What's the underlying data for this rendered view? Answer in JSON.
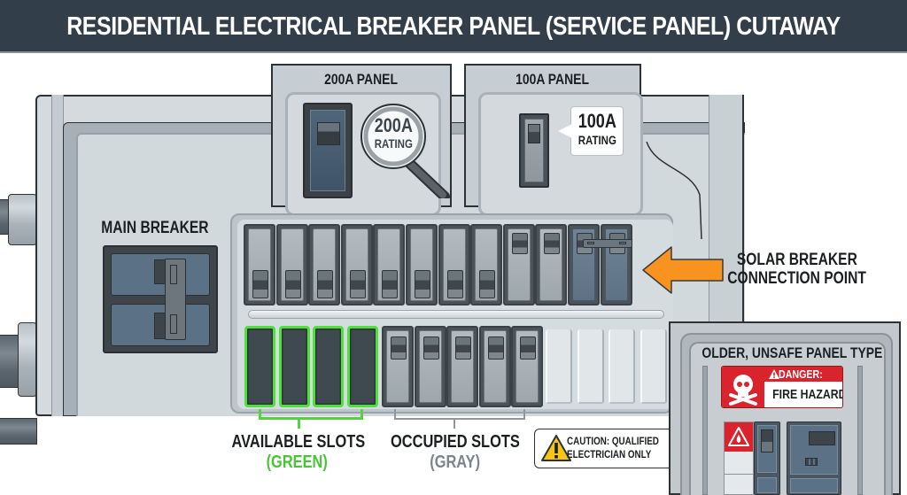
{
  "title": "RESIDENTIAL ELECTRICAL BREAKER PANEL (SERVICE PANEL) CUTAWAY",
  "insets": {
    "panel_200": {
      "label": "200A PANEL",
      "rating_value": "200A",
      "rating_text": "RATING",
      "icon": "magnifying-glass-icon"
    },
    "panel_100": {
      "label": "100A PANEL",
      "rating_value": "100A",
      "rating_text": "RATING"
    }
  },
  "main_breaker": {
    "label": "MAIN BREAKER"
  },
  "breakers": {
    "top_row": [
      {
        "state": "off",
        "color": "gray"
      },
      {
        "state": "off",
        "color": "gray"
      },
      {
        "state": "off",
        "color": "gray"
      },
      {
        "state": "off",
        "color": "gray"
      },
      {
        "state": "off",
        "color": "gray"
      },
      {
        "state": "off",
        "color": "gray"
      },
      {
        "state": "off",
        "color": "gray"
      },
      {
        "state": "off",
        "color": "gray"
      },
      {
        "state": "on",
        "color": "gray"
      },
      {
        "state": "on",
        "color": "gray"
      },
      {
        "state": "on",
        "color": "blue",
        "tied": true
      },
      {
        "state": "on",
        "color": "blue",
        "tied": true
      }
    ],
    "bottom_row": {
      "available_count": 4,
      "occupied_count": 5,
      "empty_count": 4
    }
  },
  "solar": {
    "label_line1": "SOLAR BREAKER",
    "label_line2": "CONNECTION POINT",
    "arrow_color": "#f7931e"
  },
  "legend": {
    "available": {
      "label": "AVAILABLE SLOTS",
      "sub": "(GREEN)",
      "color": "#4cc23a"
    },
    "occupied": {
      "label": "OCCUPIED SLOTS",
      "sub": "(GRAY)",
      "color": "#7c858c"
    }
  },
  "caution": {
    "line1": "CAUTION: QUALIFIED",
    "line2": "ELECTRICIAN ONLY",
    "icon": "warning-triangle-icon"
  },
  "old_panel": {
    "title": "OLDER, UNSAFE PANEL TYPE",
    "danger_label": "DANGER:",
    "hazard_text": "FIRE HAZARD",
    "icons": [
      "skull-crossbones-icon",
      "fire-warning-icon"
    ],
    "danger_color": "#d9232d"
  }
}
